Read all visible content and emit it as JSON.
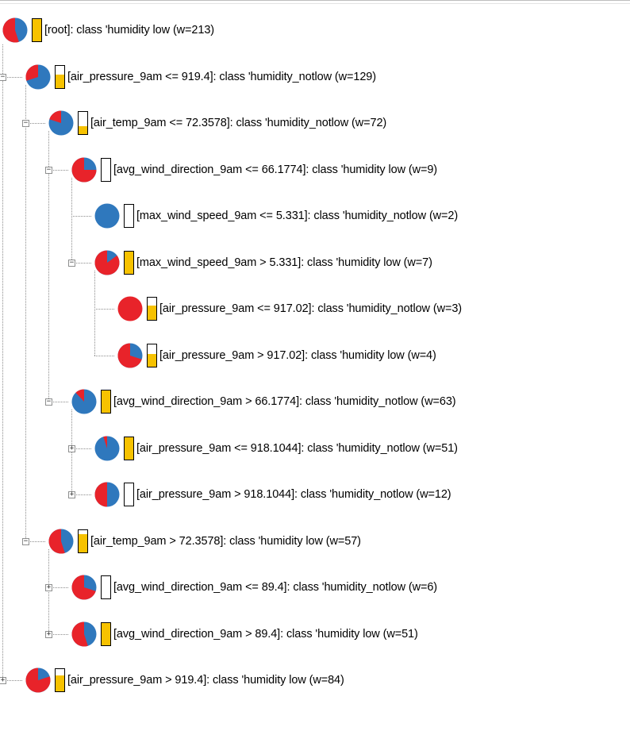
{
  "colors": {
    "humidity_low": "#e8232a",
    "humidity_notlow": "#2f78bd",
    "bar_fill": "#f7c200",
    "connector": "#8c8c8c"
  },
  "tree": {
    "label": "[root]:  class 'humidity low (w=213)",
    "pie_low_fraction": 0.55,
    "bar_level": 1.0,
    "expanded": true,
    "children": [
      {
        "label": "[air_pressure_9am <= 919.4]:  class 'humidity_notlow (w=129)",
        "pie_low_fraction": 0.3,
        "bar_level": 0.6,
        "expanded": true,
        "children": [
          {
            "label": "[air_temp_9am <= 72.3578]:  class 'humidity_notlow (w=72)",
            "pie_low_fraction": 0.2,
            "bar_level": 0.35,
            "expanded": true,
            "children": [
              {
                "label": "[avg_wind_direction_9am <= 66.1774]:  class 'humidity low (w=9)",
                "pie_low_fraction": 0.75,
                "bar_level": 0.0,
                "expanded": true,
                "children": [
                  {
                    "label": "[max_wind_speed_9am <= 5.331]:  class 'humidity_notlow (w=2)",
                    "pie_low_fraction": 0.0,
                    "bar_level": 0.0,
                    "children": []
                  },
                  {
                    "label": "[max_wind_speed_9am > 5.331]:  class 'humidity low (w=7)",
                    "pie_low_fraction": 0.85,
                    "bar_level": 1.0,
                    "expanded": true,
                    "children": [
                      {
                        "label": "[air_pressure_9am <= 917.02]:  class 'humidity_notlow (w=3)",
                        "pie_low_fraction": 1.0,
                        "bar_level": 0.65,
                        "children": []
                      },
                      {
                        "label": "[air_pressure_9am > 917.02]:  class 'humidity low (w=4)",
                        "pie_low_fraction": 0.7,
                        "bar_level": 0.55,
                        "children": []
                      }
                    ]
                  }
                ]
              },
              {
                "label": "[avg_wind_direction_9am > 66.1774]:  class 'humidity_notlow (w=63)",
                "pie_low_fraction": 0.12,
                "bar_level": 1.0,
                "expanded": true,
                "children": [
                  {
                    "label": "[air_pressure_9am <= 918.1044]:  class 'humidity_notlow (w=51)",
                    "pie_low_fraction": 0.05,
                    "bar_level": 1.0,
                    "expanded": false,
                    "children": []
                  },
                  {
                    "label": "[air_pressure_9am > 918.1044]:  class 'humidity_notlow (w=12)",
                    "pie_low_fraction": 0.5,
                    "bar_level": 0.0,
                    "expanded": false,
                    "children": []
                  }
                ]
              }
            ]
          },
          {
            "label": "[air_temp_9am > 72.3578]:  class 'humidity low (w=57)",
            "pie_low_fraction": 0.55,
            "bar_level": 0.8,
            "expanded": true,
            "children": [
              {
                "label": "[avg_wind_direction_9am <= 89.4]:  class 'humidity_notlow (w=6)",
                "pie_low_fraction": 0.7,
                "bar_level": 0.0,
                "expanded": false,
                "children": []
              },
              {
                "label": "[avg_wind_direction_9am > 89.4]:  class 'humidity low (w=51)",
                "pie_low_fraction": 0.55,
                "bar_level": 1.0,
                "expanded": false,
                "children": []
              }
            ]
          }
        ]
      },
      {
        "label": "[air_pressure_9am > 919.4]:  class 'humidity low (w=84)",
        "pie_low_fraction": 0.8,
        "bar_level": 0.7,
        "expanded": false,
        "children": []
      }
    ]
  }
}
